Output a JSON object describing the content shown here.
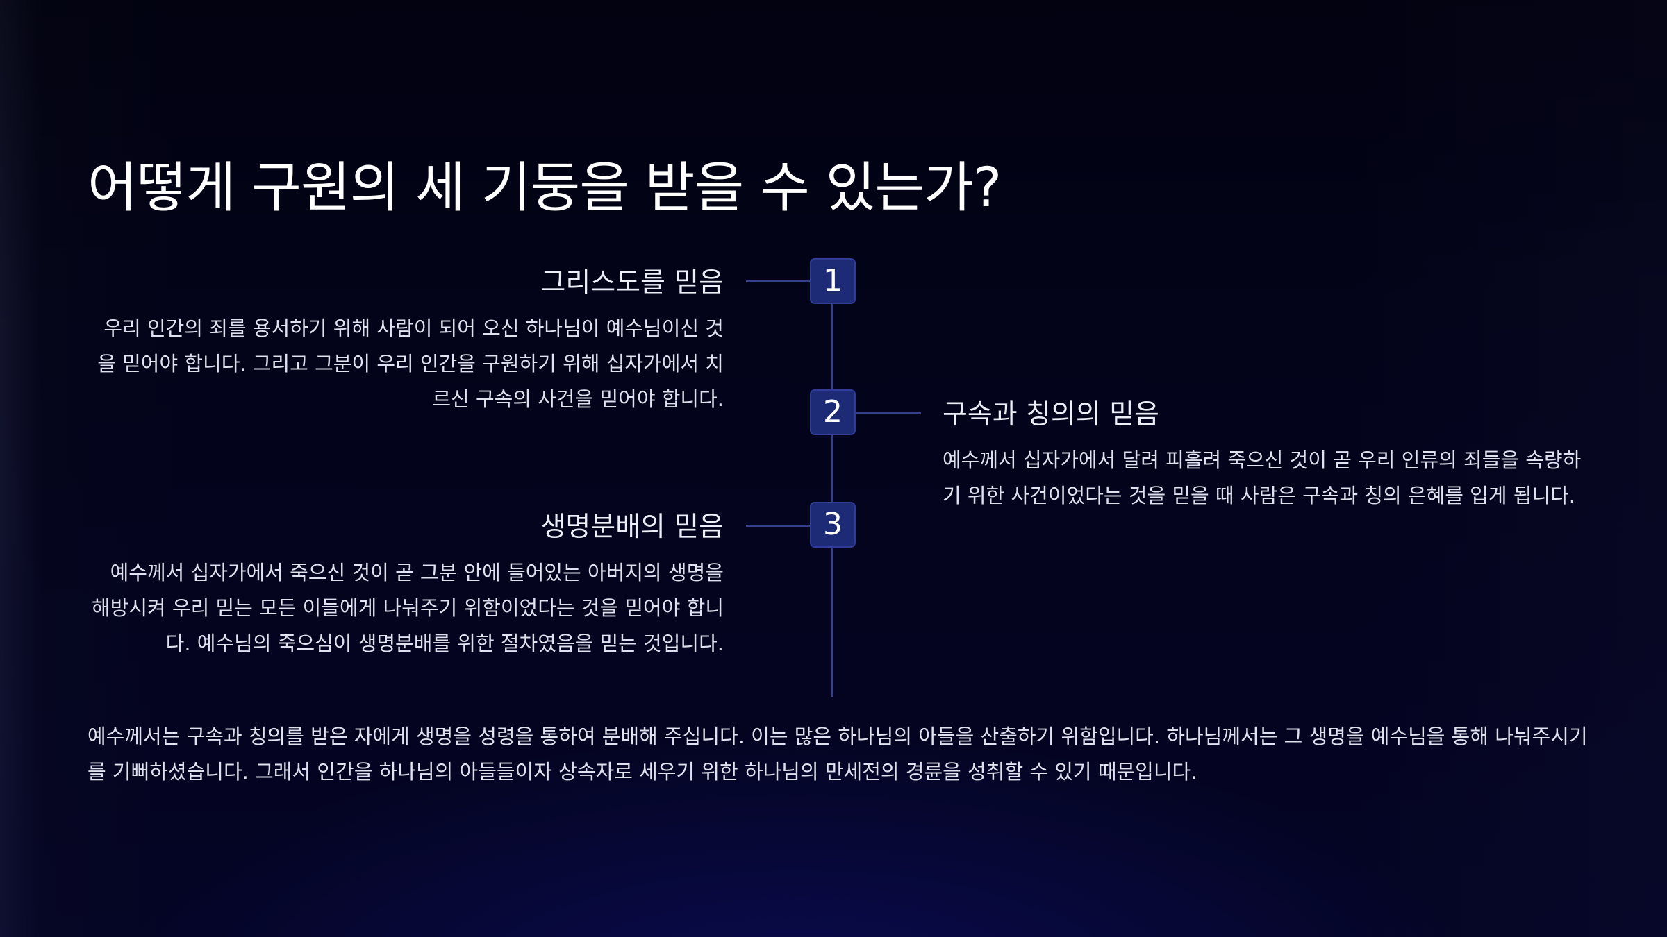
{
  "title": "어떻게 구원의 세 기둥을 받을 수 있는가?",
  "steps": [
    {
      "number": "1",
      "heading": "그리스도를 믿음",
      "body": "우리 인간의 죄를 용서하기 위해 사람이 되어 오신 하나님이 예수님이신 것을 믿어야 합니다. 그리고 그분이 우리 인간을 구원하기 위해 십자가에서 치르신 구속의 사건을 믿어야 합니다."
    },
    {
      "number": "2",
      "heading": "구속과 칭의의 믿음",
      "body": "예수께서 십자가에서 달려 피흘려 죽으신 것이 곧 우리 인류의 죄들을 속량하기 위한 사건이었다는 것을 믿을 때 사람은 구속과 칭의 은혜를 입게 됩니다."
    },
    {
      "number": "3",
      "heading": "생명분배의 믿음",
      "body": "예수께서 십자가에서 죽으신 것이 곧 그분 안에 들어있는 아버지의 생명을 해방시켜 우리 믿는 모든 이들에게 나눠주기 위함이었다는 것을 믿어야 합니다. 예수님의 죽으심이 생명분배를 위한 절차였음을 믿는 것입니다."
    }
  ],
  "footer": "예수께서는 구속과 칭의를 받은 자에게 생명을 성령을 통하여 분배해 주십니다. 이는 많은 하나님의 아들을 산출하기 위함입니다. 하나님께서는 그 생명을 예수님을 통해 나눠주시기를 기뻐하셨습니다. 그래서 인간을 하나님의 아들들이자 상속자로 세우기 위한 하나님의 만세전의 경륜을 성취할 수 있기 때문입니다."
}
